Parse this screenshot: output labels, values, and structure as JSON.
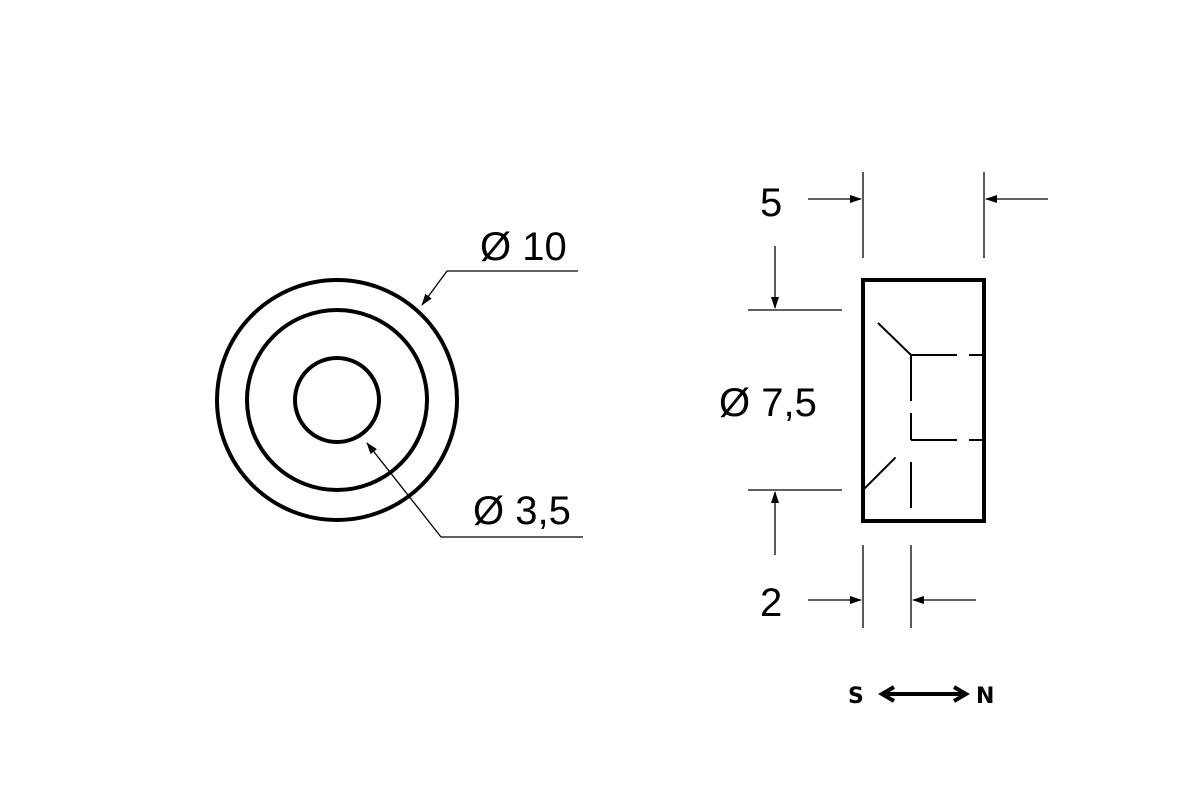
{
  "front_view": {
    "outer_diameter_label": "Ø 10",
    "inner_diameter_label": "Ø 3,5"
  },
  "side_view": {
    "thickness_label": "5",
    "counterbore_diameter_label": "Ø 7,5",
    "counterbore_depth_label": "2"
  },
  "magnetization": {
    "south_label": "S",
    "north_label": "N"
  },
  "colors": {
    "line": "#000000",
    "background": "#ffffff"
  }
}
